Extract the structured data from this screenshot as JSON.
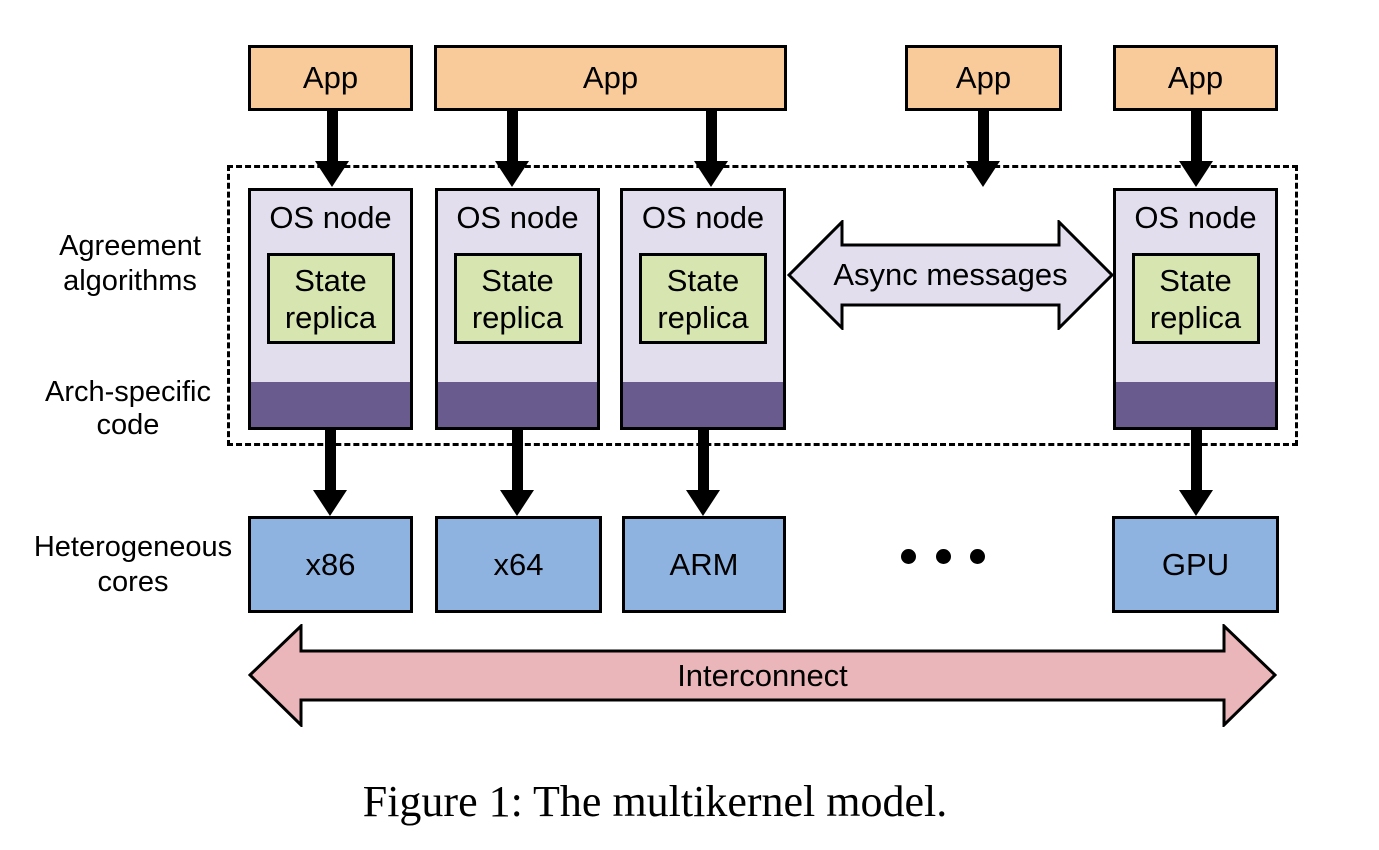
{
  "caption": "Figure 1: The multikernel model.",
  "side_labels": {
    "agreement": {
      "line1": "Agreement",
      "line2": "algorithms"
    },
    "arch": {
      "line1": "Arch-specific",
      "line2": "code"
    },
    "hetero": {
      "line1": "Heterogeneous",
      "line2": "cores"
    }
  },
  "apps": [
    {
      "label": "App"
    },
    {
      "label": "App"
    },
    {
      "label": "App"
    },
    {
      "label": "App"
    }
  ],
  "os_nodes": [
    {
      "title": "OS node",
      "replica_line1": "State",
      "replica_line2": "replica"
    },
    {
      "title": "OS node",
      "replica_line1": "State",
      "replica_line2": "replica"
    },
    {
      "title": "OS node",
      "replica_line1": "State",
      "replica_line2": "replica"
    },
    {
      "title": "OS node",
      "replica_line1": "State",
      "replica_line2": "replica"
    }
  ],
  "async_arrow_label": "Async messages",
  "interconnect_label": "Interconnect",
  "cores": [
    {
      "label": "x86"
    },
    {
      "label": "x64"
    },
    {
      "label": "ARM"
    },
    {
      "label": "GPU"
    }
  ],
  "colors": {
    "app_fill": "#F9CB9B",
    "os_fill": "#E2DEEE",
    "replica_fill": "#D7E5B1",
    "arch_fill": "#6A5B8E",
    "core_fill": "#8EB3E1",
    "interconnect_fill": "#EAB6BA",
    "async_fill": "#E2DEEE"
  }
}
